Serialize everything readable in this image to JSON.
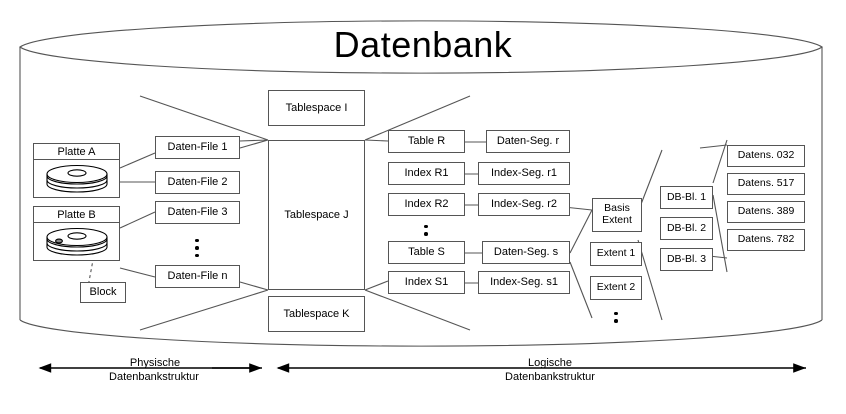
{
  "title": "Datenbank",
  "physical": {
    "disks": [
      {
        "name": "disk-platte-a",
        "label": "Platte A"
      },
      {
        "name": "disk-platte-b",
        "label": "Platte B"
      }
    ],
    "block_label": "Block",
    "files": [
      "Daten-File 1",
      "Daten-File 2",
      "Daten-File 3",
      "Daten-File n"
    ]
  },
  "tablespaces": [
    "Tablespace I",
    "Tablespace J",
    "Tablespace K"
  ],
  "objects": [
    "Table R",
    "Index R1",
    "Index R2",
    "Table S",
    "Index S1"
  ],
  "segments": [
    "Daten-Seg. r",
    "Index-Seg. r1",
    "Index-Seg. r2",
    "Daten-Seg. s",
    "Index-Seg. s1"
  ],
  "extents": [
    "Basis Extent",
    "Extent 1",
    "Extent 2"
  ],
  "blocks": [
    "DB-Bl. 1",
    "DB-Bl. 2",
    "DB-Bl. 3"
  ],
  "records": [
    "Datens. 032",
    "Datens. 517",
    "Datens. 389",
    "Datens. 782"
  ],
  "captions": [
    {
      "line1": "Physische",
      "line2": "Datenbankstruktur"
    },
    {
      "line1": "Logische",
      "line2": "Datenbankstruktur"
    }
  ],
  "colors": {
    "stroke": "#555555",
    "text": "#000000",
    "background": "#ffffff"
  }
}
